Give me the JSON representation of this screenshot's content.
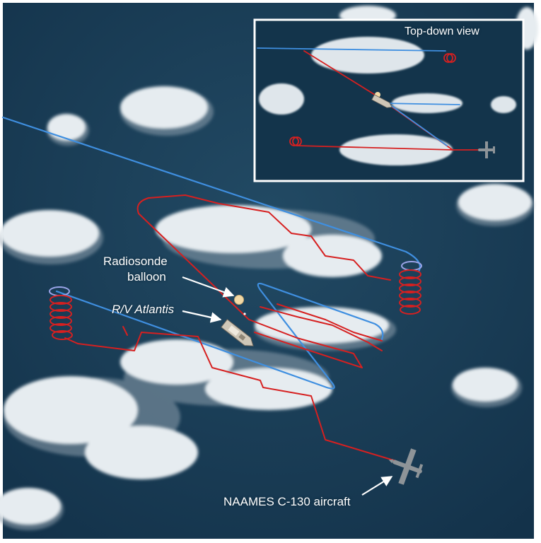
{
  "labels": {
    "inset_title": "Top-down view",
    "radiosonde_line1": "Radiosonde",
    "radiosonde_line2": "balloon",
    "ship": "R/V Atlantis",
    "aircraft": "NAAMES C-130 aircraft"
  },
  "colors": {
    "ocean": "#1c3f57",
    "ocean_dark": "#143349",
    "cloud": "#e9eef2",
    "cloud_shadow": "#9fb0bd",
    "flight_low": "#d62020",
    "flight_high": "#3f8fe0",
    "balloon": "#f2d9a6",
    "frame": "#ffffff"
  },
  "icons": [
    "ship-icon",
    "aircraft-icon",
    "balloon-icon",
    "spiral-icon",
    "arrow-icon"
  ]
}
